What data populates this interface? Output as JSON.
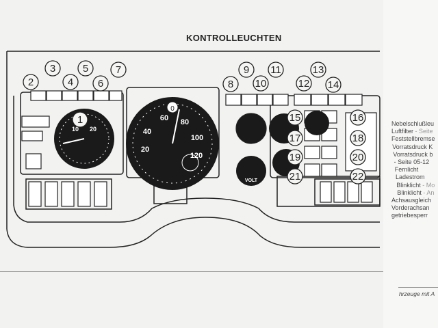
{
  "title": "KONTROLLEUCHTEN",
  "callouts": [
    "1",
    "2",
    "3",
    "4",
    "5",
    "6",
    "7",
    "8",
    "9",
    "10",
    "11",
    "12",
    "13",
    "14",
    "15",
    "16",
    "17",
    "18",
    "19",
    "20",
    "21",
    "22"
  ],
  "speedometer": {
    "ticks": [
      "20",
      "40",
      "60",
      "80",
      "100",
      "120"
    ],
    "top": "0"
  },
  "tachometer": {
    "ticks": [
      "10",
      "20"
    ]
  },
  "volt_label": "VOLT",
  "legend": [
    {
      "main": "Nebelschlußleu",
      "sub": ""
    },
    {
      "main": "Luftfilter",
      "sub": " - Seite"
    },
    {
      "main": "Feststellbremse",
      "sub": ""
    },
    {
      "main": "Vorratsdruck K",
      "sub": ""
    },
    {
      "main": "Vorratsdruck b",
      "sub": ""
    },
    {
      "main": " - Seite 05-12",
      "sub": ""
    },
    {
      "main": "Fernlicht",
      "sub": ""
    },
    {
      "main": "Ladestrom",
      "sub": ""
    },
    {
      "main": "Blinklicht",
      "sub": " - Mo"
    },
    {
      "main": "Blinklicht",
      "sub": " - An"
    },
    {
      "main": "Achsausgleich",
      "sub": ""
    },
    {
      "main": "Vorderachsan",
      "sub": ""
    },
    {
      "main": "getriebesperr",
      "sub": ""
    }
  ],
  "footnote": "hrzeuge mit A"
}
